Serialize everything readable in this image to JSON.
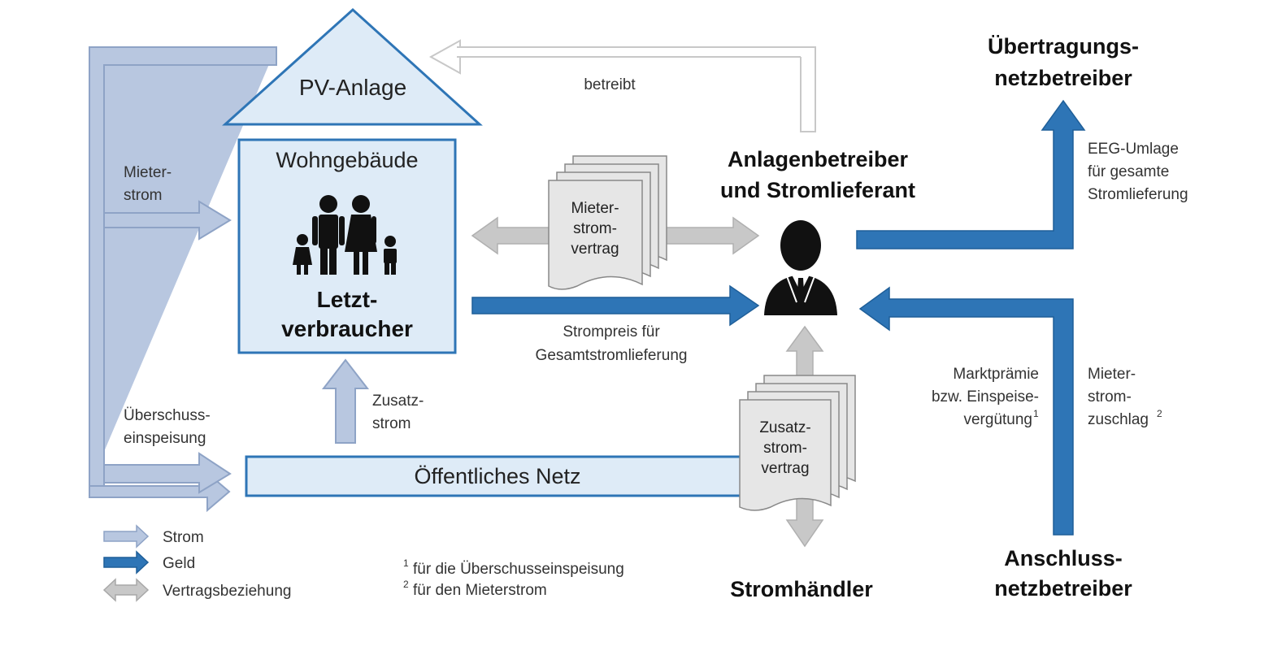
{
  "colors": {
    "strom_fill": "#b8c7e0",
    "strom_stroke": "#8ea3c6",
    "geld": "#2e75b6",
    "geld_stroke": "#1f5f99",
    "vertrag": "#c8c8c8",
    "vertrag_stroke": "#a8a8a8",
    "box_fill": "#deebf7",
    "box_stroke": "#2e75b6",
    "betreibt_stroke": "#c8c8c8"
  },
  "nodes": {
    "pv_anlage": "PV-Anlage",
    "wohngebaeude": "Wohngebäude",
    "letztverbraucher": [
      "Letzt-",
      "verbraucher"
    ],
    "oeffentliches_netz": "Öffentliches Netz",
    "anlagenbetreiber": [
      "Anlagenbetreiber",
      "und Stromlieferant"
    ],
    "uebertragungsnetzbetreiber": [
      "Übertragungs-",
      "netzbetreiber"
    ],
    "anschlussnetzbetreiber": [
      "Anschluss-",
      "netzbetreiber"
    ],
    "stromhaendler": "Stromhändler"
  },
  "documents": {
    "mieterstromvertrag": [
      "Mieter-",
      "strom-",
      "vertrag"
    ],
    "zusatzstromvertrag": [
      "Zusatz-",
      "strom-",
      "vertrag"
    ]
  },
  "labels": {
    "betreibt": "betreibt",
    "mieterstrom": [
      "Mieter-",
      "strom"
    ],
    "ueberschusseinspeisung": [
      "Überschuss-",
      "einspeisung"
    ],
    "zusatzstrom": [
      "Zusatz-",
      "strom"
    ],
    "strompreis": [
      "Strompreis für",
      "Gesamtstromlieferung"
    ],
    "eeg_umlage": [
      "EEG-Umlage",
      "für gesamte",
      "Stromlieferung"
    ],
    "marktpraemie": [
      "Marktprämie",
      "bzw. Einspeise-",
      "vergütung"
    ],
    "marktpraemie_sup": "1",
    "mieterstromzuschlag": [
      "Mieter-",
      "strom-",
      "zuschlag"
    ],
    "mieterstromzuschlag_sup": "2"
  },
  "legend": [
    {
      "kind": "strom",
      "label": "Strom"
    },
    {
      "kind": "geld",
      "label": "Geld"
    },
    {
      "kind": "vertrag",
      "label": "Vertragsbeziehung"
    }
  ],
  "footnotes": [
    {
      "mark": "1",
      "text": "für die Überschusseinspeisung"
    },
    {
      "mark": "2",
      "text": "für den Mieterstrom"
    }
  ]
}
